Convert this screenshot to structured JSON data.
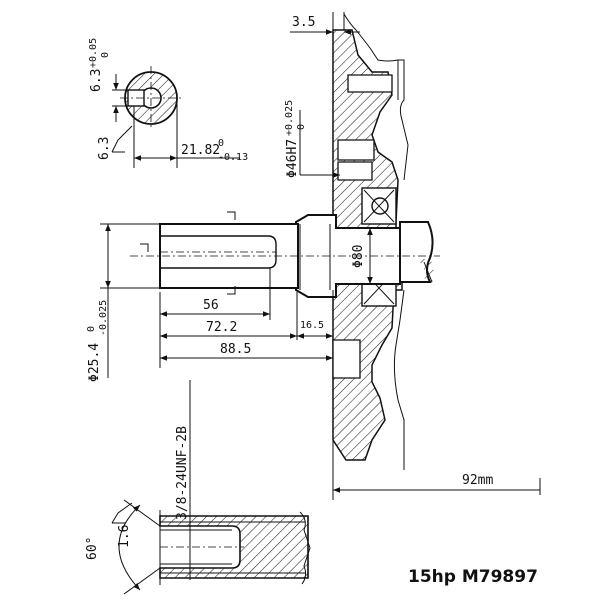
{
  "title": "15hp M79897",
  "dimensions": {
    "wall_thickness": "3.5",
    "key_width": "6.3",
    "key_width_tol_upper": "+0.05",
    "key_width_tol_lower": "0",
    "key_depth": "21.82",
    "key_depth_tol_upper": "0",
    "key_depth_tol_lower": "-0.13",
    "keyway_side": "6.3",
    "bore_fit": "Φ46H7",
    "bore_fit_tol_upper": "+0.025",
    "bore_fit_tol_lower": "0",
    "bearing_diameter": "Φ80",
    "keyway_length": "56",
    "shaft_length": "72.2",
    "shoulder_length": "16.5",
    "overall_length": "88.5",
    "shaft_diameter": "Φ25.4",
    "shaft_diameter_tol_upper": "0",
    "shaft_diameter_tol_lower": "-0.025",
    "offset": "92mm",
    "thread": "3/8-24UNF-2B",
    "chamfer_angle": "60°",
    "chamfer_size": "1.6"
  }
}
